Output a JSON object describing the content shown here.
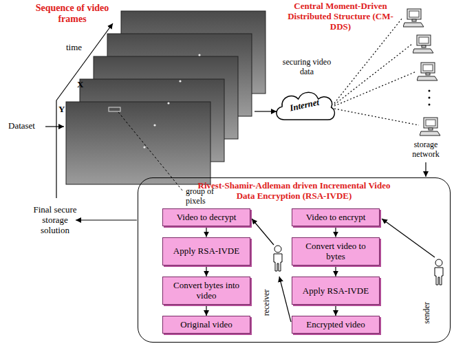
{
  "diagram": {
    "nodes": [
      {
        "text": [
          "Internet"
        ]
      },
      {
        "text": [
          "Rivest-Shamir-Adleman driven Incremental Video Data Encryption (RSA-IVDE)"
        ]
      },
      {
        "text": [
          "Video to decrypt"
        ],
        "in": 1
      },
      {
        "text": [
          "Apply RSA-IVDE"
        ],
        "in": 1
      },
      {
        "text": [
          "Convert bytes into video"
        ],
        "in": 1
      },
      {
        "text": [
          "Original video"
        ],
        "in": 1
      },
      {
        "text": [
          "Video to encrypt"
        ],
        "in": 1
      },
      {
        "text": [
          "Convert video to bytes"
        ],
        "in": 1
      },
      {
        "text": [
          "Apply RSA-IVDE"
        ],
        "in": 1
      },
      {
        "text": [
          "Encrypted video"
        ],
        "in": 1
      }
    ],
    "edges": [
      {
        "from": 2,
        "to": 3,
        "arrow": "to"
      },
      {
        "from": 3,
        "to": 4,
        "arrow": "to"
      },
      {
        "from": 4,
        "to": 5,
        "arrow": "to"
      },
      {
        "from": 6,
        "to": 7,
        "arrow": "to"
      },
      {
        "from": 7,
        "to": 8,
        "arrow": "to"
      },
      {
        "from": 8,
        "to": 9,
        "arrow": "to"
      }
    ],
    "labels": [
      "Sequence of video frames",
      "time",
      "X",
      "Y",
      "Dataset",
      "group of pixels",
      "Central Moment-Driven Distributed Structure (CM-DDS)",
      "securing video data",
      "storage network",
      "Final secure storage solution",
      "receiver",
      "sender"
    ]
  }
}
